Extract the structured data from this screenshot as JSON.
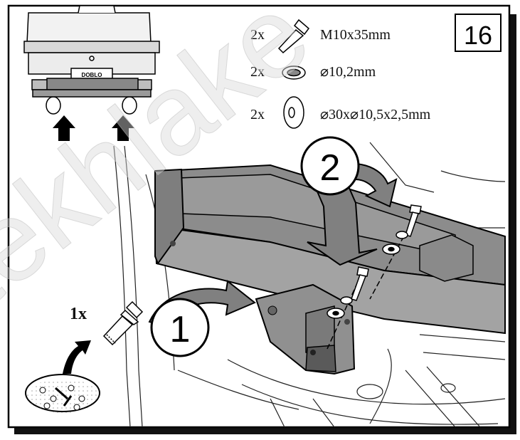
{
  "step": {
    "number": "16"
  },
  "parts": [
    {
      "qty": "2x",
      "icon": "bolt-icon",
      "spec": "M10x35mm"
    },
    {
      "qty": "2x",
      "icon": "spring-washer-icon",
      "spec": "⌀10,2mm"
    },
    {
      "qty": "2x",
      "icon": "flat-washer-icon",
      "spec": "⌀30x⌀10,5x2,5mm"
    }
  ],
  "callouts": {
    "step1": "1",
    "step2": "2",
    "collar_bolt_qty": "1x"
  },
  "vehicle": {
    "badge": "DOBLO"
  },
  "watermark": "tekhlake"
}
